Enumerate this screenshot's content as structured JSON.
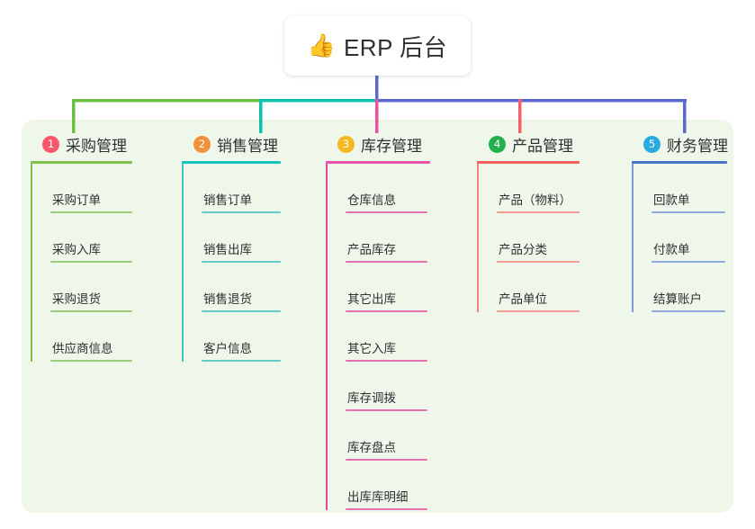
{
  "page": {
    "background_color": "#ffffff",
    "panel_color": "#eef7ea"
  },
  "root": {
    "icon": "thumbs-up-emoji",
    "emoji": "👍",
    "title": "ERP 后台"
  },
  "connector": {
    "colors": {
      "green": "#6cbe45",
      "teal": "#0fbfae",
      "blue": "#5b67cf",
      "magenta": "#e8529f",
      "red": "#f4606c"
    }
  },
  "columns": [
    {
      "number": "1",
      "title": "采购管理",
      "badge_color": "#f8576b",
      "rule_color": "#7ec04a",
      "spine_color": "#7ec04a",
      "leaf_rule_color": "#9ecb7a",
      "items": [
        {
          "label": "采购订单"
        },
        {
          "label": "采购入库"
        },
        {
          "label": "采购退货"
        },
        {
          "label": "供应商信息"
        }
      ]
    },
    {
      "number": "2",
      "title": "销售管理",
      "badge_color": "#f0913a",
      "rule_color": "#16c4bd",
      "spine_color": "#3fc6bf",
      "leaf_rule_color": "#63ccc6",
      "items": [
        {
          "label": "销售订单"
        },
        {
          "label": "销售出库"
        },
        {
          "label": "销售退货"
        },
        {
          "label": "客户信息"
        }
      ]
    },
    {
      "number": "3",
      "title": "库存管理",
      "badge_color": "#f5b820",
      "rule_color": "#e852a8",
      "spine_color": "#dd4b96",
      "leaf_rule_color": "#e572ae",
      "items": [
        {
          "label": "仓库信息"
        },
        {
          "label": "产品库存"
        },
        {
          "label": "其它出库"
        },
        {
          "label": "其它入库"
        },
        {
          "label": "库存调拨"
        },
        {
          "label": "库存盘点"
        },
        {
          "label": "出库库明细"
        }
      ]
    },
    {
      "number": "4",
      "title": "产品管理",
      "badge_color": "#22b04c",
      "rule_color": "#f4605e",
      "spine_color": "#f4817c",
      "leaf_rule_color": "#f49b94",
      "items": [
        {
          "label": "产品（物料）"
        },
        {
          "label": "产品分类"
        },
        {
          "label": "产品单位"
        }
      ]
    },
    {
      "number": "5",
      "title": "财务管理",
      "badge_color": "#29abe2",
      "rule_color": "#4a72c8",
      "spine_color": "#7f9ad6",
      "leaf_rule_color": "#8fa8dc",
      "items": [
        {
          "label": "回款单"
        },
        {
          "label": "付款单"
        },
        {
          "label": "结算账户"
        }
      ]
    }
  ]
}
